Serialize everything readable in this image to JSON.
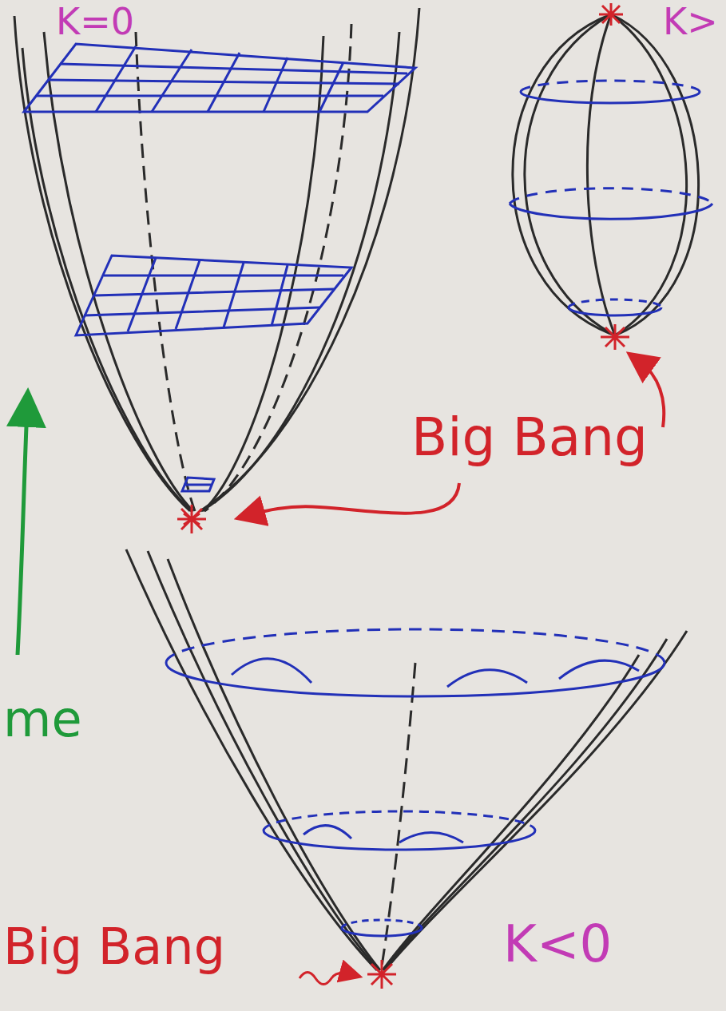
{
  "diagram": {
    "labels": [
      "K=0",
      "K>",
      "Big Bang",
      "me",
      "Big Bang",
      "K<0"
    ]
  }
}
